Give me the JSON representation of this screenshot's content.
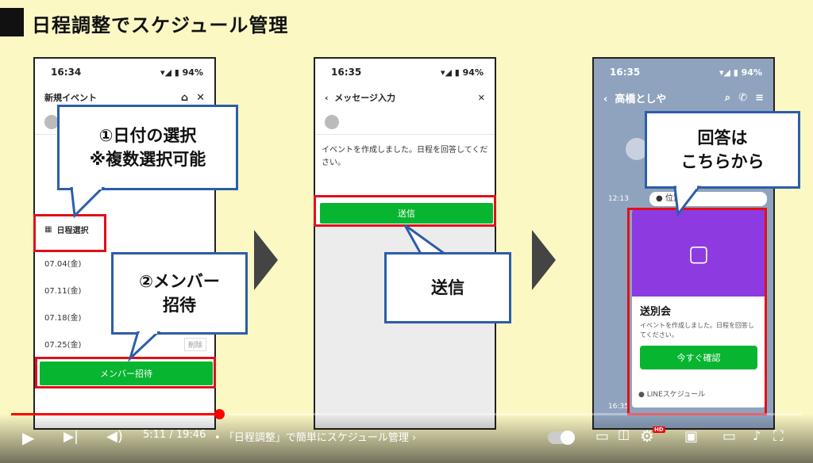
{
  "title": "日程調整でスケジュール管理",
  "phones": {
    "p1": {
      "time": "16:34",
      "battery": "94%",
      "header": "新規イベント",
      "section_label": "日程選択",
      "dates": [
        "07.04(金)",
        "07.11(金)",
        "07.18(金)",
        "07.25(金)"
      ],
      "delete_label": "削除",
      "invite_button": "メンバー招待"
    },
    "p2": {
      "time": "16:35",
      "battery": "94%",
      "header": "メッセージ入力",
      "message": "イベントを作成しました。日程を回答してください。",
      "send_button": "送信"
    },
    "p3": {
      "time": "16:35",
      "battery": "94%",
      "header": "高橋としや",
      "msg_time": "12:13",
      "location_label": "位置",
      "card_title": "送別会",
      "card_text": "イベントを作成しました。日程を回答してください。",
      "confirm_button": "今すぐ確認",
      "footer_label": "LINEスケジュール",
      "bottom_time": "16:35"
    }
  },
  "callouts": {
    "c1_line1": "①日付の選択",
    "c1_line2": "※複数選択可能",
    "c2_line1": "②メンバー",
    "c2_line2": "招待",
    "c3": "送信",
    "c4_line1": "回答は",
    "c4_line2": "こちらから"
  },
  "player": {
    "current_time": "5:11",
    "separator": "/",
    "duration": "19:46",
    "chapter": "「日程調整」で簡単にスケジュール管理",
    "progress_fraction": 0.263,
    "hd_label": "HD",
    "accent": "#ff0000"
  },
  "colors": {
    "background": "#fbf8c4",
    "line_green": "#08b530",
    "callout_border": "#2c5ea8",
    "highlight_red": "#e0101a",
    "card_purple": "#8d3be0"
  }
}
